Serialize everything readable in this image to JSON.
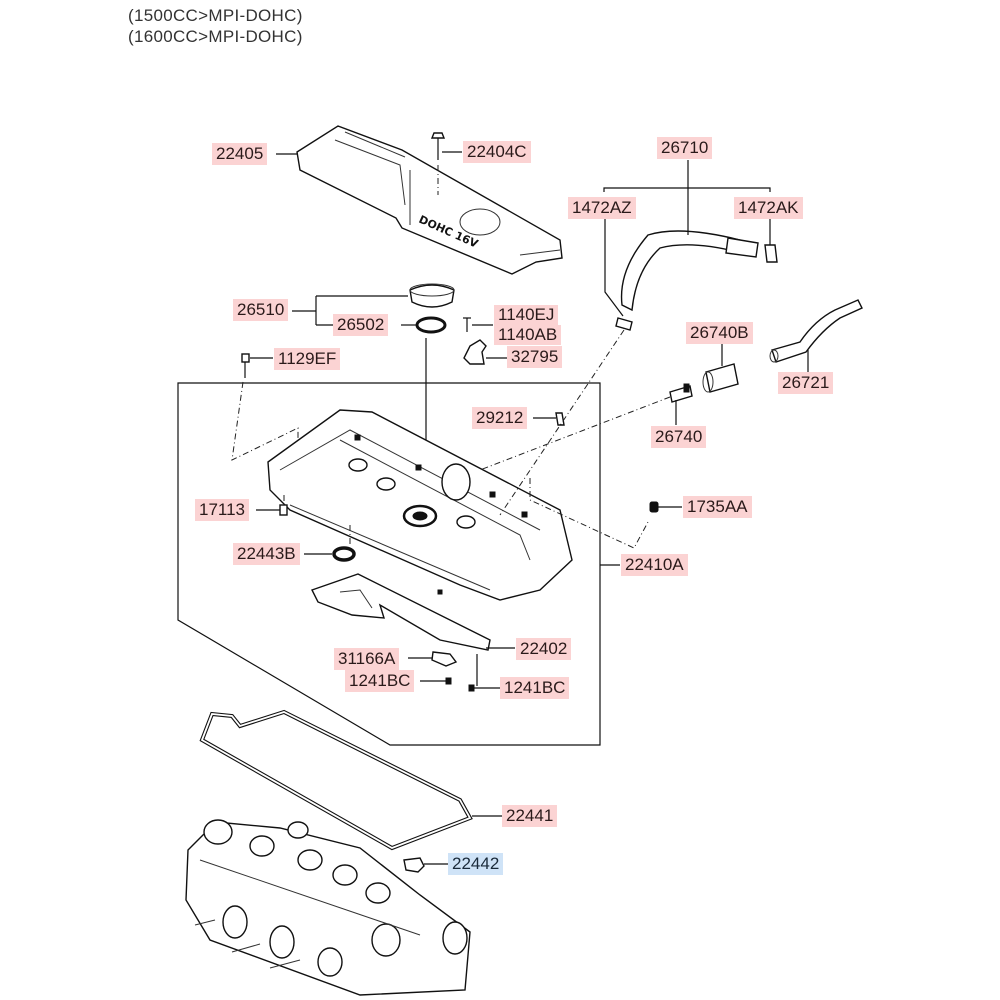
{
  "header": {
    "line1": "(1500CC>MPI-DOHC)",
    "line2": "(1600CC>MPI-DOHC)"
  },
  "colors": {
    "label_bg": "#fbd3d3",
    "selected_label_bg": "#cfe3f7"
  },
  "cover_text": "DOHC 16V",
  "parts": {
    "p22405": "22405",
    "p22404C": "22404C",
    "p26710": "26710",
    "p1472AZ": "1472AZ",
    "p1472AK": "1472AK",
    "p26510": "26510",
    "p26502": "26502",
    "p1140EJ": "1140EJ",
    "p1140AB": "1140AB",
    "p32795": "32795",
    "p1129EF": "1129EF",
    "p26740B": "26740B",
    "p26721": "26721",
    "p29212": "29212",
    "p26740": "26740",
    "p17113": "17113",
    "p1735AA": "1735AA",
    "p22443B": "22443B",
    "p22410A": "22410A",
    "p22402": "22402",
    "p31166A": "31166A",
    "p1241BC_left": "1241BC",
    "p1241BC_right": "1241BC",
    "p22441": "22441",
    "p22442": "22442"
  },
  "selected_part": "22442"
}
